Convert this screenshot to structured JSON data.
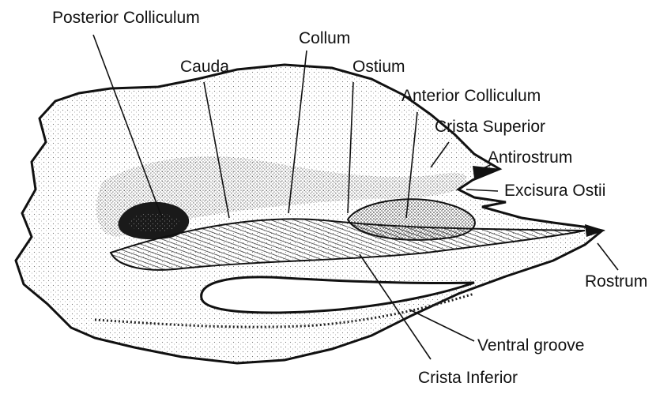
{
  "labels": {
    "posterior_colliculum": "Posterior Colliculum",
    "collum": "Collum",
    "cauda": "Cauda",
    "ostium": "Ostium",
    "anterior_colliculum": "Anterior Colliculum",
    "crista_superior": "Crista Superior",
    "antirostrum": "Antirostrum",
    "excisura_ostii": "Excisura Ostii",
    "rostrum": "Rostrum",
    "ventral_groove": "Ventral groove",
    "crista_inferior": "Crista Inferior"
  },
  "colors": {
    "ink": "#111111",
    "stipple_dark": "#1a1a1a",
    "stipple_light": "#8a8a8a",
    "paper": "#ffffff"
  }
}
